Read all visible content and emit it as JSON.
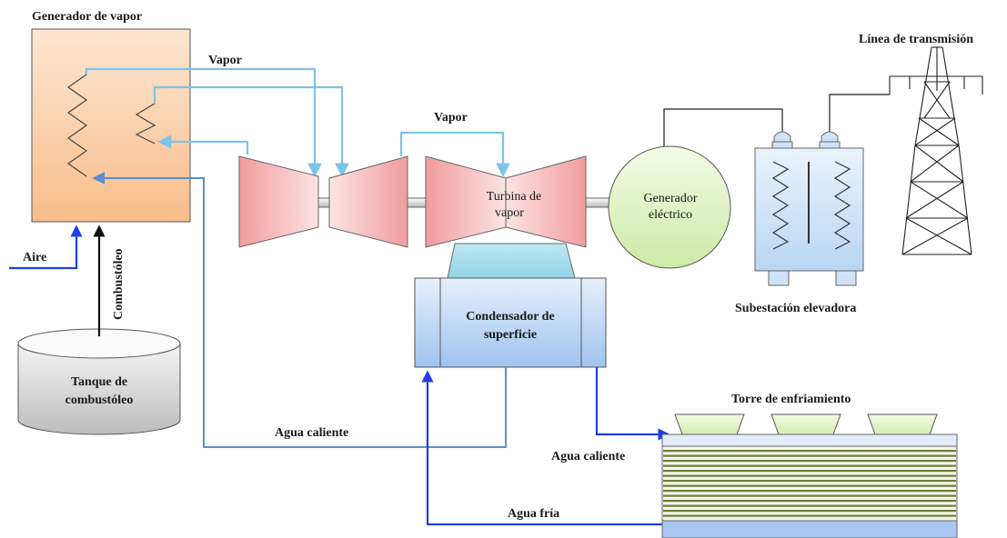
{
  "labels": {
    "steam_generator": "Generador de vapor",
    "steam_1": "Vapor",
    "steam_2": "Vapor",
    "air": "Aire",
    "fuel_oil": "Combustóleo",
    "fuel_tank_line1": "Tanque de",
    "fuel_tank_line2": "combustóleo",
    "turbine_line1": "Turbina de",
    "turbine_line2": "vapor",
    "generator_line1": "Generador",
    "generator_line2": "eléctrico",
    "transmission_line": "Línea de transmisión",
    "substation": "Subestación elevadora",
    "condenser_line1": "Condensador de",
    "condenser_line2": "superficie",
    "hot_water_return": "Agua caliente",
    "cooling_tower": "Torre de enfriamiento",
    "hot_water_tower": "Agua caliente",
    "cold_water": "Agua fría"
  },
  "colors": {
    "steam_line": "#7dc3e8",
    "hot_water_line": "#5b8fd0",
    "air_cold_line": "#1d3fe0",
    "fuel_line": "#111111",
    "boiler_fill": "#fcd0a8",
    "turbine_fill": "#f3a6a6",
    "condenser_fill": "#bcd6f5",
    "generator_fill": "#dff3c4",
    "fill_stripes": "#6e7d3c"
  }
}
